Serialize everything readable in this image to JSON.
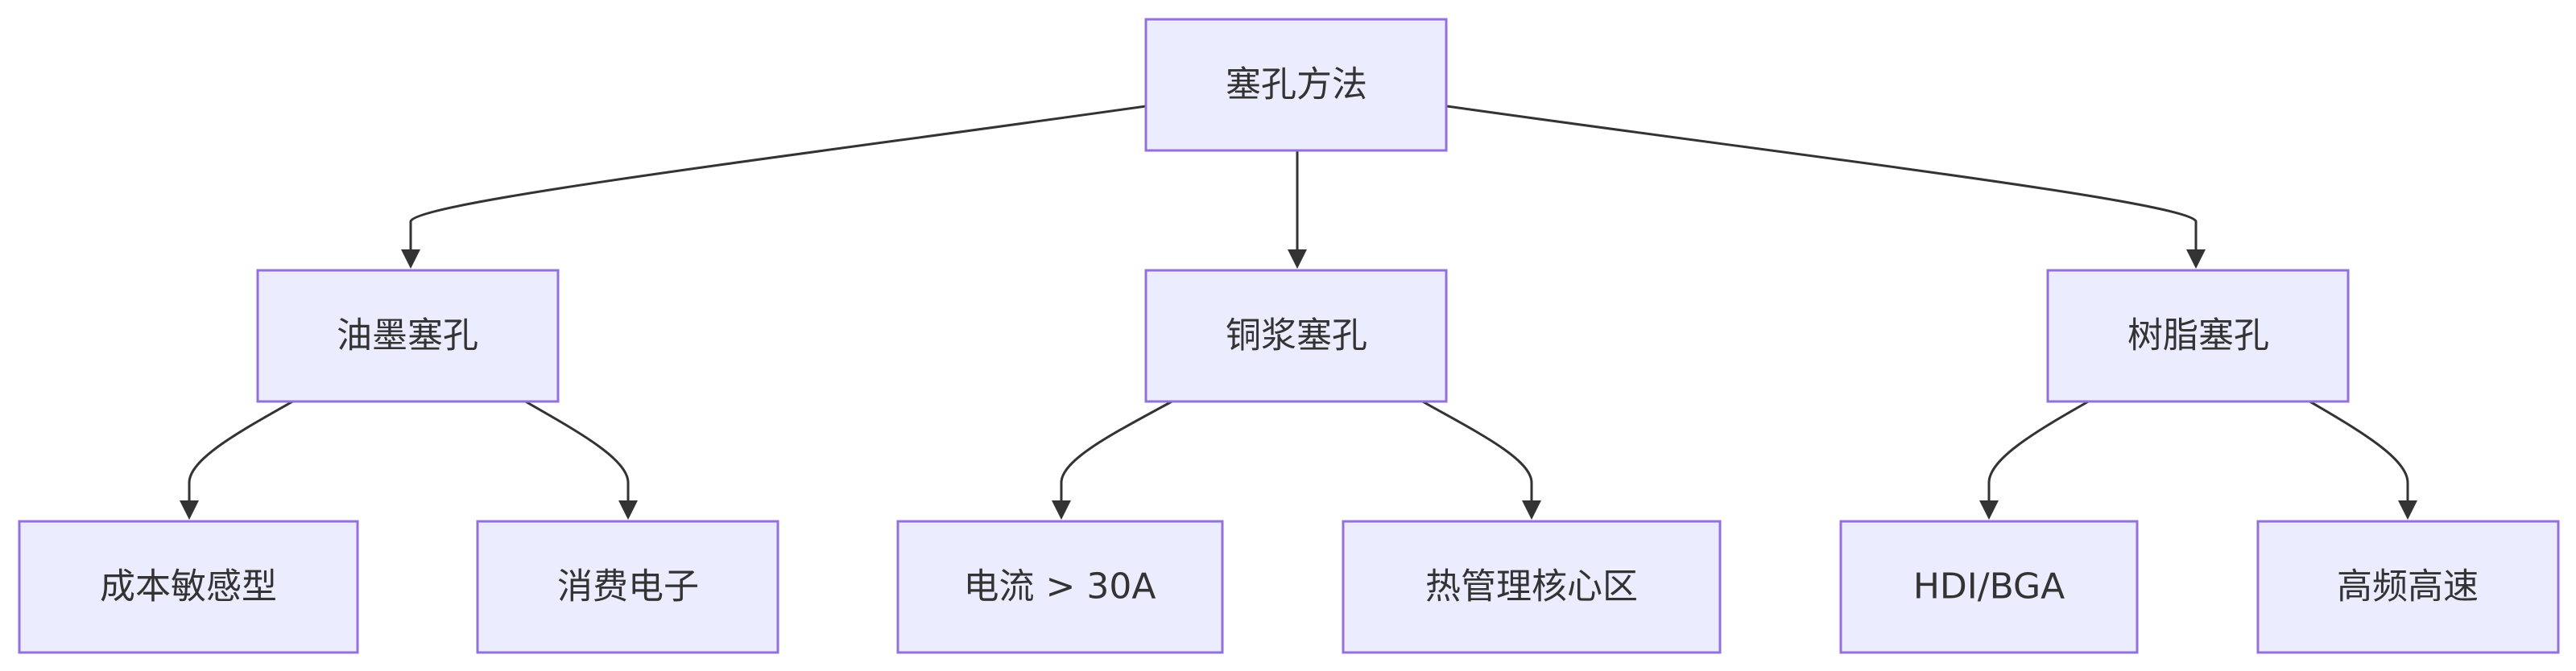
{
  "diagram": {
    "root": {
      "label": "塞孔方法"
    },
    "branches": [
      {
        "label": "油墨塞孔",
        "children": [
          {
            "label": "成本敏感型"
          },
          {
            "label": "消费电子"
          }
        ]
      },
      {
        "label": "铜浆塞孔",
        "children": [
          {
            "label": "电流 > 30A"
          },
          {
            "label": "热管理核心区"
          }
        ]
      },
      {
        "label": "树脂塞孔",
        "children": [
          {
            "label": "HDI/BGA"
          },
          {
            "label": "高频高速"
          }
        ]
      }
    ]
  },
  "colors": {
    "node_fill": "#ECECFF",
    "node_stroke": "#9370DB",
    "edge": "#333333",
    "text": "#333333"
  }
}
